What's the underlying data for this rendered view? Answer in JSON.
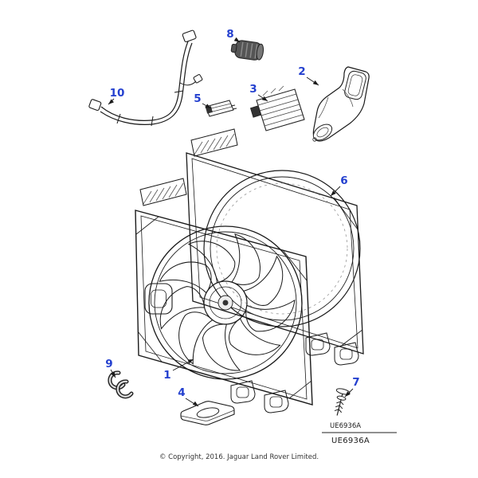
{
  "diagram": {
    "callouts": [
      {
        "number": "1"
      },
      {
        "number": "2"
      },
      {
        "number": "3"
      },
      {
        "number": "4"
      },
      {
        "number": "5"
      },
      {
        "number": "6"
      },
      {
        "number": "7"
      },
      {
        "number": "8"
      },
      {
        "number": "9"
      },
      {
        "number": "10"
      }
    ],
    "part_code_small": "UE6936A",
    "part_code_large": "UE6936A",
    "copyright": "© Copyright, 2016. Jaguar Land Rover Limited.",
    "colors": {
      "callout_blue": "#2440cf",
      "line_dark": "#1a1a1a",
      "text_dark": "#1c1c1c"
    }
  }
}
